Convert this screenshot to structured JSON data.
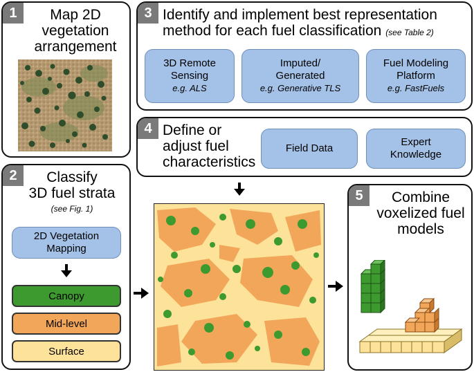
{
  "panel1": {
    "number": "1",
    "title_line1": "Map 2D",
    "title_line2": "vegetation",
    "title_line3": "arrangement"
  },
  "panel2": {
    "number": "2",
    "title_line1": "Classify",
    "title_line2": "3D fuel strata",
    "subtitle": "(see Fig. 1)",
    "mapping_line1": "2D Vegetation",
    "mapping_line2": "Mapping",
    "strata": [
      {
        "label": "Canopy",
        "color": "#3d9a2e"
      },
      {
        "label": "Mid-level",
        "color": "#f2a65a"
      },
      {
        "label": "Surface",
        "color": "#fde29a"
      }
    ]
  },
  "panel3": {
    "number": "3",
    "title_line1": "Identify and implement best representation",
    "title_line2": "method for each fuel classification",
    "title_note": "(see Table 2)",
    "methods": [
      {
        "line1": "3D Remote",
        "line2": "Sensing",
        "example": "e.g. ALS"
      },
      {
        "line1": "Imputed/",
        "line2": "Generated",
        "example": "e.g. Generative TLS"
      },
      {
        "line1": "Fuel Modeling",
        "line2": "Platform",
        "example": "e.g. FastFuels"
      }
    ]
  },
  "panel4": {
    "number": "4",
    "title_line1": "Define or",
    "title_line2": "adjust fuel",
    "title_line3": "characteristics",
    "sources": [
      {
        "line1": "Field Data",
        "line2": ""
      },
      {
        "line1": "Expert",
        "line2": "Knowledge"
      }
    ]
  },
  "panel5": {
    "number": "5",
    "title_line1": "Combine",
    "title_line2": "voxelized fuel",
    "title_line3": "models"
  },
  "colors": {
    "canopy": "#3d9a2e",
    "midlevel": "#f2a65a",
    "surface": "#fde29a",
    "method_box": "#a4c2e8"
  }
}
